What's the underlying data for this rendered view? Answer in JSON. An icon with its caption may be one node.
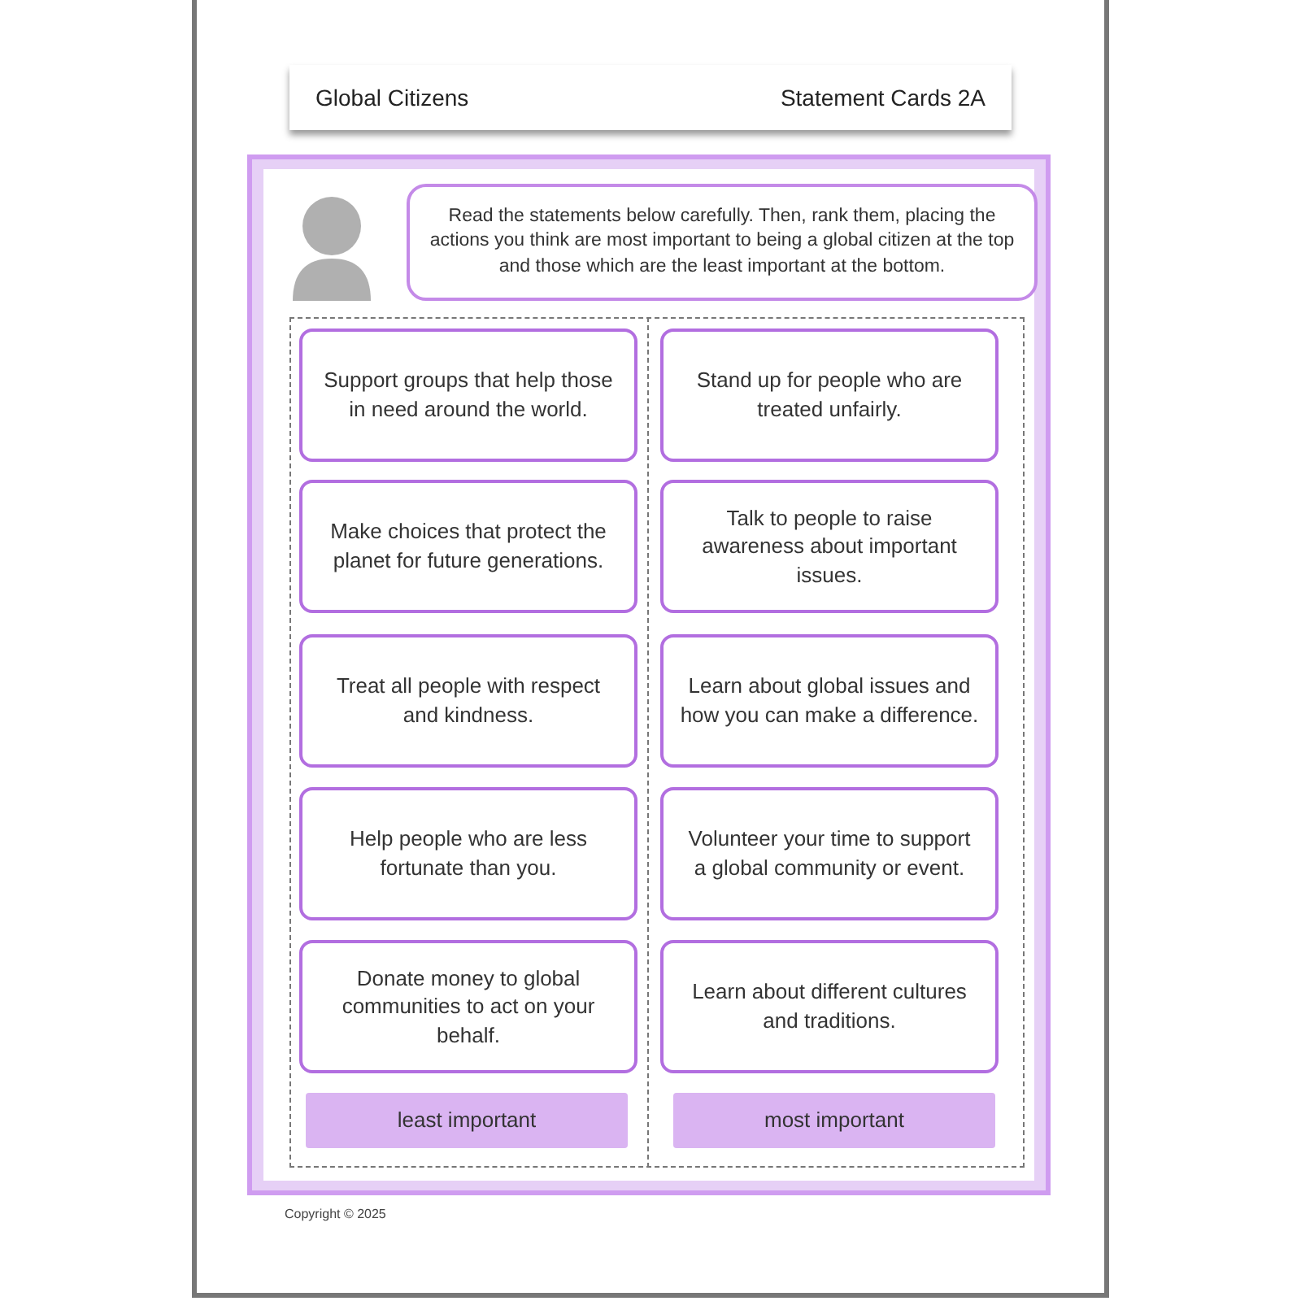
{
  "diagram": {
    "nodes": [
      {
        "text": [
          "Global Citizens",
          "Statement Cards 2A"
        ]
      },
      {
        "text": [
          "Read the statements below carefully. Then, rank them, placing the actions you think are most important to being a global citizen at the top and those which are the least important at the bottom."
        ]
      },
      {
        "text": [
          "Support groups that help those in need around the world."
        ]
      },
      {
        "text": [
          "Stand up for people who are treated unfairly."
        ]
      },
      {
        "text": [
          "Make choices that protect the planet for future generations."
        ]
      },
      {
        "text": [
          "Talk to people to raise awareness about important issues."
        ]
      },
      {
        "text": [
          "Treat all people with respect and kindness."
        ]
      },
      {
        "text": [
          "Learn about global issues and how you can make a difference."
        ]
      },
      {
        "text": [
          "Help people who are less fortunate than you."
        ]
      },
      {
        "text": [
          "Volunteer your time to support a global community or event."
        ]
      },
      {
        "text": [
          "Donate money to global communities to act on your behalf."
        ]
      },
      {
        "text": [
          "Learn about different cultures and traditions."
        ]
      },
      {
        "text": [
          "least important"
        ]
      },
      {
        "text": [
          "most important"
        ]
      }
    ],
    "edges": [],
    "labels": [
      "Copyright © 2025"
    ]
  }
}
